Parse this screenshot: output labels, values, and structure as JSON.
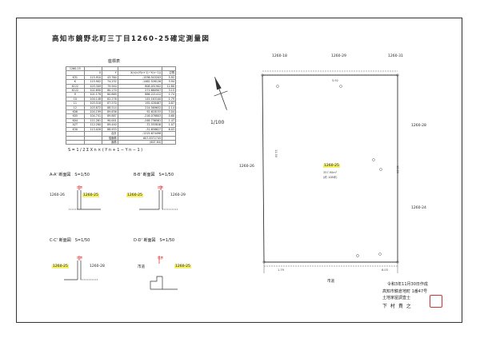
{
  "title": "高知市鏡野北町三丁目1260-25確定測量図",
  "table": {
    "heading": "座標表",
    "subheading": "1260-25",
    "columns": [
      "",
      "X",
      "Y",
      "X(n)×(Y(n+1)−Y(n−1))",
      "辺長"
    ],
    "rows": [
      [
        "K31",
        "115.910",
        "43.764",
        "-1536.543203",
        "5.92"
      ],
      [
        "K",
        "115.902",
        "74.232",
        "-1462.526126",
        "3.94"
      ],
      [
        "K122",
        "103.309",
        "79.940",
        "808.051902",
        "12.80"
      ],
      [
        "K122",
        "102.690",
        "80.170",
        "271.660907",
        "3.15"
      ],
      [
        "9",
        "101.178",
        "80.869",
        "886.221412",
        "1.74"
      ],
      [
        "10",
        "100.148",
        "82.276",
        "145.163100",
        "1.79"
      ],
      [
        "11",
        "103.518",
        "87.570",
        "192.428467",
        "0.87"
      ],
      [
        "12",
        "103.872",
        "88.514",
        "214.569652",
        "1.14"
      ],
      [
        "K06",
        "104.199",
        "89.636",
        "92.618153",
        "3.04"
      ],
      [
        "K05",
        "104.741",
        "89.887",
        "-216.076803",
        "0.60"
      ],
      [
        "K04",
        "111.261",
        "90.001",
        "-248.736561",
        "1.47"
      ],
      [
        "A2T",
        "112.280",
        "89.440",
        "-72.555816",
        "1.07"
      ],
      [
        "K30",
        "113.028",
        "88.933",
        "-31.658627",
        "6.03"
      ]
    ],
    "totals": [
      [
        "合計",
        "-1215.674498"
      ],
      [
        "倍面積",
        "607.8372745"
      ],
      [
        "面積",
        "(607.84)"
      ]
    ]
  },
  "formula": "S=1/2ΣXn×(Yn+1−Yn−1)",
  "scale_main": "1/100",
  "sections": [
    {
      "title": "A-A' 断面図　S=1/50",
      "left_lot": "1260-26",
      "main_lot": "1260-25",
      "right_lot": "",
      "marker": "境界"
    },
    {
      "title": "B-B' 断面図　S=1/50",
      "left_lot": "",
      "main_lot": "1260-25",
      "right_lot": "1260-29",
      "marker": "境界"
    },
    {
      "title": "C-C' 断面図　S=1/50",
      "left_lot": "",
      "main_lot": "1260-25",
      "right_lot": "1260-28",
      "marker": "境界"
    },
    {
      "title": "D-D' 断面図　S=1/50",
      "left_lot": "市道",
      "main_lot": "1260-25",
      "right_lot": "",
      "marker": "境界"
    }
  ],
  "plan": {
    "top_lots": [
      "1260-18",
      "1260-29",
      "1260-31"
    ],
    "left_lot": "1260-26",
    "right_lots": [
      "1260-28",
      "1260-24"
    ],
    "road": "市道",
    "lot": "1260-25",
    "area": "357.90m²",
    "area_tsubo": "(約 108坪)",
    "dims": {
      "top": "5.92",
      "left": "11.50",
      "right": "12.80",
      "bottom_left": "1.79",
      "bottom_right": "6.03"
    }
  },
  "footer": {
    "date": "令和3年11月30日作成",
    "office": "高知市鏡倉地町 1番47号",
    "role": "土地家屋調査士",
    "name": "下 村 貴 之"
  },
  "colors": {
    "highlight": "#f6f16a",
    "boundary_red": "#d22"
  }
}
